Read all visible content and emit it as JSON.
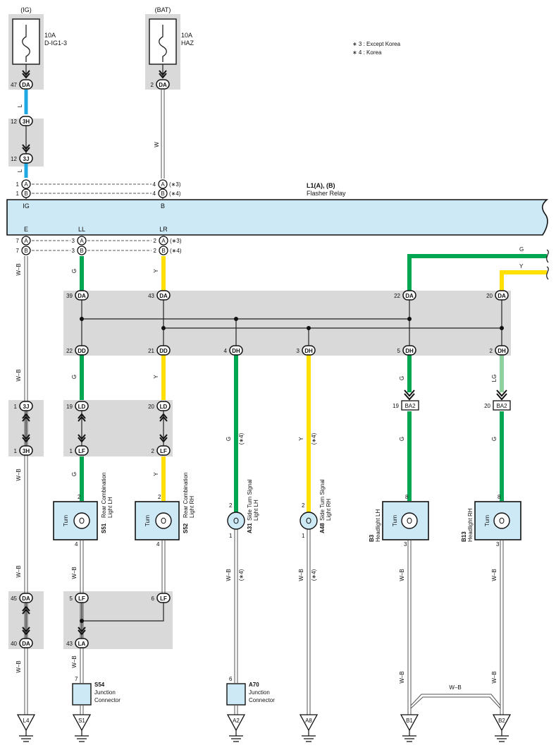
{
  "header": {
    "ig": "(IG)",
    "bat": "(BAT)"
  },
  "fuses": [
    {
      "rating": "10A",
      "name": "D-IG1-3"
    },
    {
      "rating": "10A",
      "name": "HAZ"
    }
  ],
  "notes": [
    "∗ 3 : Except Korea",
    "∗ 4 : Korea"
  ],
  "relay": {
    "title": "L1(A), (B)",
    "name": "Flasher Relay",
    "pins": {
      "ig": "IG",
      "b": "B",
      "e": "E",
      "ll": "LL",
      "lr": "LR"
    }
  },
  "note_marks": {
    "n3": "(∗3)",
    "n4": "(∗4)",
    "n4b": "(∗4)",
    "n4c": "(∗4)",
    "n4d": "(∗4)"
  },
  "wire_colors": {
    "L": "L",
    "W": "W",
    "WB": "W–B",
    "G": "G",
    "Y": "Y",
    "LG": "LG"
  },
  "connectors": {
    "DA": "DA",
    "3H": "3H",
    "3J": "3J",
    "A": "A",
    "B": "B",
    "DD": "DD",
    "DH": "DH",
    "LD": "LD",
    "LF": "LF",
    "LA": "LA",
    "BA2": "BA2"
  },
  "pins": {
    "p47": "47",
    "p2": "2",
    "p12": "12",
    "p1": "1",
    "p4": "4",
    "p7": "7",
    "p3": "3",
    "p39": "39",
    "p43": "43",
    "p22": "22",
    "p20": "20",
    "p21": "21",
    "p5": "5",
    "p19": "19",
    "p8": "8",
    "p45": "45",
    "p40": "40",
    "p6": "6"
  },
  "components": [
    {
      "code": "S51",
      "name_line1": "Rear Combination",
      "name_line2": "Light LH",
      "label": "Turn"
    },
    {
      "code": "S52",
      "name_line1": "Rear Combination",
      "name_line2": "Light RH",
      "label": "Turn"
    },
    {
      "code": "A31",
      "name_line1": "Side Turn Signal",
      "name_line2": "Light LH"
    },
    {
      "code": "A48",
      "name_line1": "Side Turn Signal",
      "name_line2": "Light RH"
    },
    {
      "code": "B3",
      "name_line1": "Headlight LH",
      "label": "Turn"
    },
    {
      "code": "B13",
      "name_line1": "Headlight RH",
      "label": "Turn"
    }
  ],
  "junctions": [
    {
      "code": "S54",
      "line1": "Junction",
      "line2": "Connector"
    },
    {
      "code": "A70",
      "line1": "Junction",
      "line2": "Connector"
    }
  ],
  "grounds": [
    "L4",
    "S1",
    "A2",
    "A8",
    "B1",
    "B2"
  ],
  "colors": {
    "blue": "#1ea7e1",
    "green": "#00a651",
    "yellow": "#ffe000",
    "light_green": "#8fd19e",
    "gray_panel": "#d9d9d9",
    "relay_fill": "#cde9f6",
    "component_fill": "#cde9f6"
  }
}
